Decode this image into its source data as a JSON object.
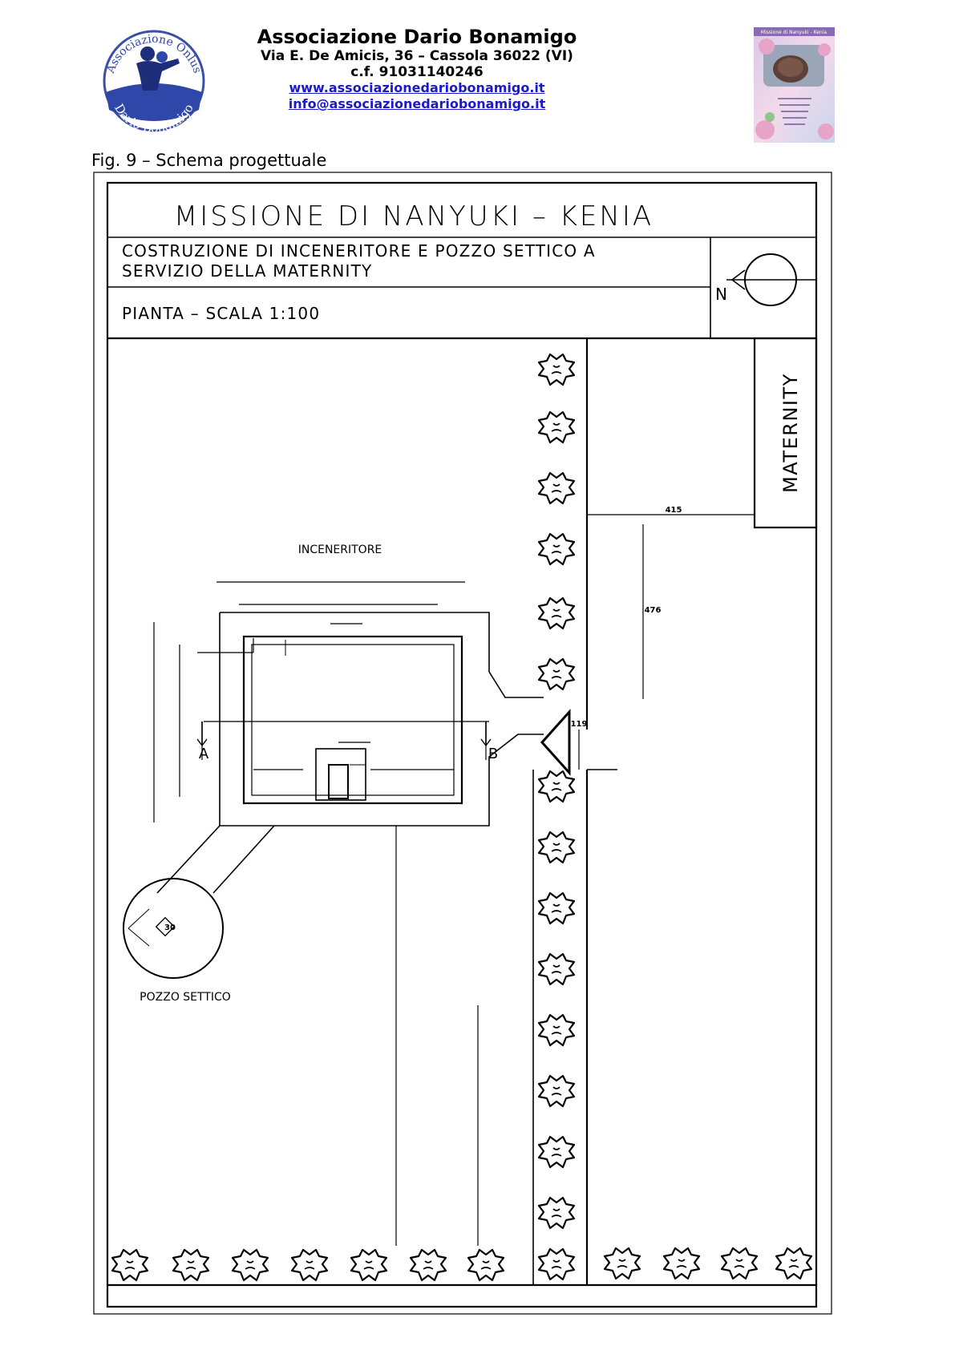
{
  "header": {
    "org_name": "Associazione Dario Bonamigo",
    "address": "Via E. De Amicis, 36 – Cassola 36022 (VI)",
    "fiscal_code": "c.f. 91031140246",
    "website": "www.associazionedariobonamigo.it",
    "email": "info@associazionedariobonamigo.it"
  },
  "logo": {
    "ring_text_top": "Associazione Onlus",
    "ring_text_bottom": "Dario Bonamigo"
  },
  "photo": {
    "title": "Missione di Nanyuki - Kenia"
  },
  "caption": "Fig. 9 – Schema progettuale",
  "plan": {
    "title": "MISSIONE DI NANYUKI – KENIA",
    "subtitle_line1": "COSTRUZIONE DI INCENERITORE E POZZO SETTICO A",
    "subtitle_line2": "SERVIZIO DELLA MATERNITY",
    "scale": "PIANTA – SCALA 1:100",
    "north_label": "N",
    "maternity_label": "MATERNITY",
    "incinerator_label": "INCENERITORE",
    "septic_label": "POZZO SETTICO",
    "section_a": "A",
    "section_b": "B",
    "dimensions": {
      "d415": "415",
      "d476": "476",
      "d119": "119",
      "d30": "30"
    }
  }
}
